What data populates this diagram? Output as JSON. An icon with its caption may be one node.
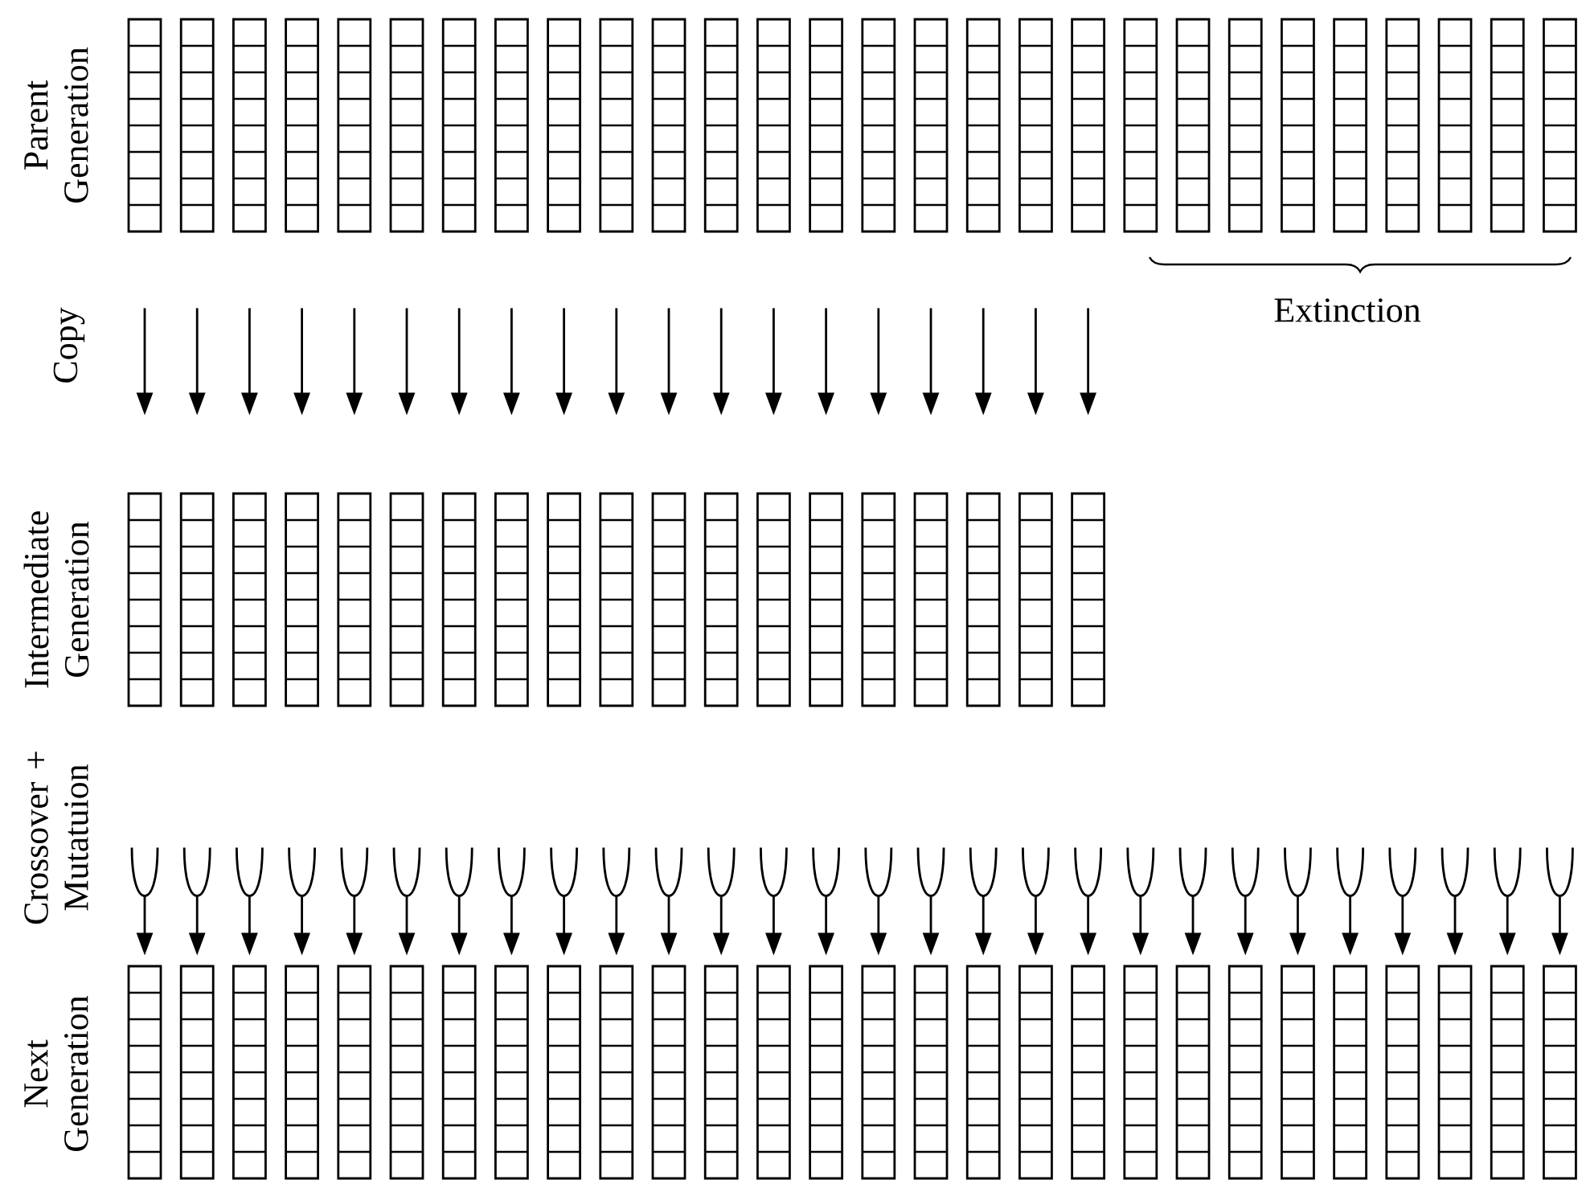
{
  "diagram": {
    "nodes": [
      {
        "text": [],
        "shape": "bar"
      },
      {
        "text": [],
        "shape": "bar"
      },
      {
        "text": [],
        "shape": "bar"
      },
      {
        "text": [],
        "shape": "bar"
      },
      {
        "text": [],
        "shape": "bar"
      },
      {
        "text": [],
        "shape": "bar"
      },
      {
        "text": [],
        "shape": "bar"
      },
      {
        "text": [],
        "shape": "bar"
      },
      {
        "text": [],
        "shape": "bar"
      },
      {
        "text": [],
        "shape": "bar"
      },
      {
        "text": [],
        "shape": "bar"
      },
      {
        "text": [],
        "shape": "bar"
      },
      {
        "text": [],
        "shape": "bar"
      },
      {
        "text": [],
        "shape": "bar"
      },
      {
        "text": [],
        "shape": "bar"
      },
      {
        "text": [],
        "shape": "bar"
      },
      {
        "text": [],
        "shape": "bar"
      },
      {
        "text": [],
        "shape": "bar"
      },
      {
        "text": [],
        "shape": "bar"
      },
      {
        "text": [],
        "shape": "bar"
      },
      {
        "text": [],
        "shape": "bar"
      },
      {
        "text": [],
        "shape": "bar"
      },
      {
        "text": [],
        "shape": "bar"
      },
      {
        "text": [],
        "shape": "bar"
      },
      {
        "text": [],
        "shape": "bar"
      },
      {
        "text": [],
        "shape": "bar"
      },
      {
        "text": [],
        "shape": "bar"
      },
      {
        "text": [],
        "shape": "bar"
      },
      {
        "text": [],
        "shape": "bar"
      },
      {
        "text": [],
        "shape": "bar"
      },
      {
        "text": [],
        "shape": "bar"
      },
      {
        "text": [],
        "shape": "bar"
      },
      {
        "text": [],
        "shape": "bar"
      },
      {
        "text": [],
        "shape": "bar"
      },
      {
        "text": [],
        "shape": "bar"
      },
      {
        "text": [],
        "shape": "bar"
      },
      {
        "text": [],
        "shape": "bar"
      },
      {
        "text": [],
        "shape": "bar"
      },
      {
        "text": [],
        "shape": "bar"
      },
      {
        "text": [],
        "shape": "bar"
      },
      {
        "text": [],
        "shape": "bar"
      },
      {
        "text": [],
        "shape": "bar"
      },
      {
        "text": [],
        "shape": "bar"
      },
      {
        "text": [],
        "shape": "bar"
      },
      {
        "text": [],
        "shape": "bar"
      },
      {
        "text": [],
        "shape": "bar"
      },
      {
        "text": [],
        "shape": "bar"
      },
      {
        "text": [],
        "shape": "bar"
      },
      {
        "text": [],
        "shape": "bar"
      },
      {
        "text": [],
        "shape": "bar"
      },
      {
        "text": [],
        "shape": "bar"
      },
      {
        "text": [],
        "shape": "bar"
      },
      {
        "text": [],
        "shape": "bar"
      },
      {
        "text": [],
        "shape": "bar"
      },
      {
        "text": [],
        "shape": "bar"
      },
      {
        "text": [],
        "shape": "bar"
      },
      {
        "text": [],
        "shape": "bar"
      },
      {
        "text": [],
        "shape": "bar"
      },
      {
        "text": [],
        "shape": "bar"
      },
      {
        "text": [],
        "shape": "bar"
      },
      {
        "text": [],
        "shape": "bar"
      },
      {
        "text": [],
        "shape": "bar"
      },
      {
        "text": [],
        "shape": "bar"
      },
      {
        "text": [],
        "shape": "bar"
      },
      {
        "text": [],
        "shape": "bar"
      },
      {
        "text": [],
        "shape": "bar"
      },
      {
        "text": [],
        "shape": "bar"
      },
      {
        "text": [],
        "shape": "bar"
      },
      {
        "text": [],
        "shape": "bar"
      },
      {
        "text": [],
        "shape": "bar"
      },
      {
        "text": [],
        "shape": "bar"
      },
      {
        "text": [],
        "shape": "bar"
      },
      {
        "text": [],
        "shape": "bar"
      },
      {
        "text": [],
        "shape": "bar"
      },
      {
        "text": [],
        "shape": "bar"
      }
    ],
    "edges": [
      {
        "from": 0,
        "to": 28,
        "arrow": "to"
      },
      {
        "from": 1,
        "to": 29,
        "arrow": "to"
      },
      {
        "from": 2,
        "to": 30,
        "arrow": "to"
      },
      {
        "from": 3,
        "to": 31,
        "arrow": "to"
      },
      {
        "from": 4,
        "to": 32,
        "arrow": "to"
      },
      {
        "from": 5,
        "to": 33,
        "arrow": "to"
      },
      {
        "from": 6,
        "to": 34,
        "arrow": "to"
      },
      {
        "from": 7,
        "to": 35,
        "arrow": "to"
      },
      {
        "from": 8,
        "to": 36,
        "arrow": "to"
      },
      {
        "from": 9,
        "to": 37,
        "arrow": "to"
      },
      {
        "from": 10,
        "to": 38,
        "arrow": "to"
      },
      {
        "from": 11,
        "to": 39,
        "arrow": "to"
      },
      {
        "from": 12,
        "to": 40,
        "arrow": "to"
      },
      {
        "from": 13,
        "to": 41,
        "arrow": "to"
      },
      {
        "from": 14,
        "to": 42,
        "arrow": "to"
      },
      {
        "from": 15,
        "to": 43,
        "arrow": "to"
      },
      {
        "from": 16,
        "to": 44,
        "arrow": "to"
      },
      {
        "from": 17,
        "to": 45,
        "arrow": "to"
      },
      {
        "from": 18,
        "to": 46,
        "arrow": "to"
      },
      {
        "from": null,
        "to": 47,
        "arrow": "to"
      },
      {
        "from": null,
        "to": 48,
        "arrow": "to"
      },
      {
        "from": null,
        "to": 49,
        "arrow": "to"
      },
      {
        "from": null,
        "to": 50,
        "arrow": "to"
      },
      {
        "from": null,
        "to": 51,
        "arrow": "to"
      },
      {
        "from": null,
        "to": 52,
        "arrow": "to"
      },
      {
        "from": null,
        "to": 53,
        "arrow": "to"
      },
      {
        "from": null,
        "to": 54,
        "arrow": "to"
      },
      {
        "from": null,
        "to": 55,
        "arrow": "to"
      },
      {
        "from": null,
        "to": 56,
        "arrow": "to"
      },
      {
        "from": null,
        "to": 57,
        "arrow": "to"
      },
      {
        "from": null,
        "to": 58,
        "arrow": "to"
      },
      {
        "from": null,
        "to": 59,
        "arrow": "to"
      },
      {
        "from": null,
        "to": 60,
        "arrow": "to"
      },
      {
        "from": null,
        "to": 61,
        "arrow": "to"
      },
      {
        "from": null,
        "to": 62,
        "arrow": "to"
      },
      {
        "from": null,
        "to": 63,
        "arrow": "to"
      },
      {
        "from": null,
        "to": 64,
        "arrow": "to"
      },
      {
        "from": null,
        "to": 65,
        "arrow": "to"
      },
      {
        "from": null,
        "to": 66,
        "arrow": "to"
      },
      {
        "from": null,
        "to": 67,
        "arrow": "to"
      },
      {
        "from": null,
        "to": 68,
        "arrow": "to"
      },
      {
        "from": null,
        "to": 69,
        "arrow": "to"
      },
      {
        "from": null,
        "to": 70,
        "arrow": "to"
      },
      {
        "from": null,
        "to": 71,
        "arrow": "to"
      },
      {
        "from": null,
        "to": 72,
        "arrow": "to"
      },
      {
        "from": null,
        "to": 73,
        "arrow": "to"
      },
      {
        "from": null,
        "to": 74,
        "arrow": "to"
      }
    ],
    "labels": [
      "Parent Generation",
      "Extinction",
      "Copy",
      "Intermediate Generation",
      "Crossover + Mutatuion",
      "Next Generation"
    ]
  }
}
